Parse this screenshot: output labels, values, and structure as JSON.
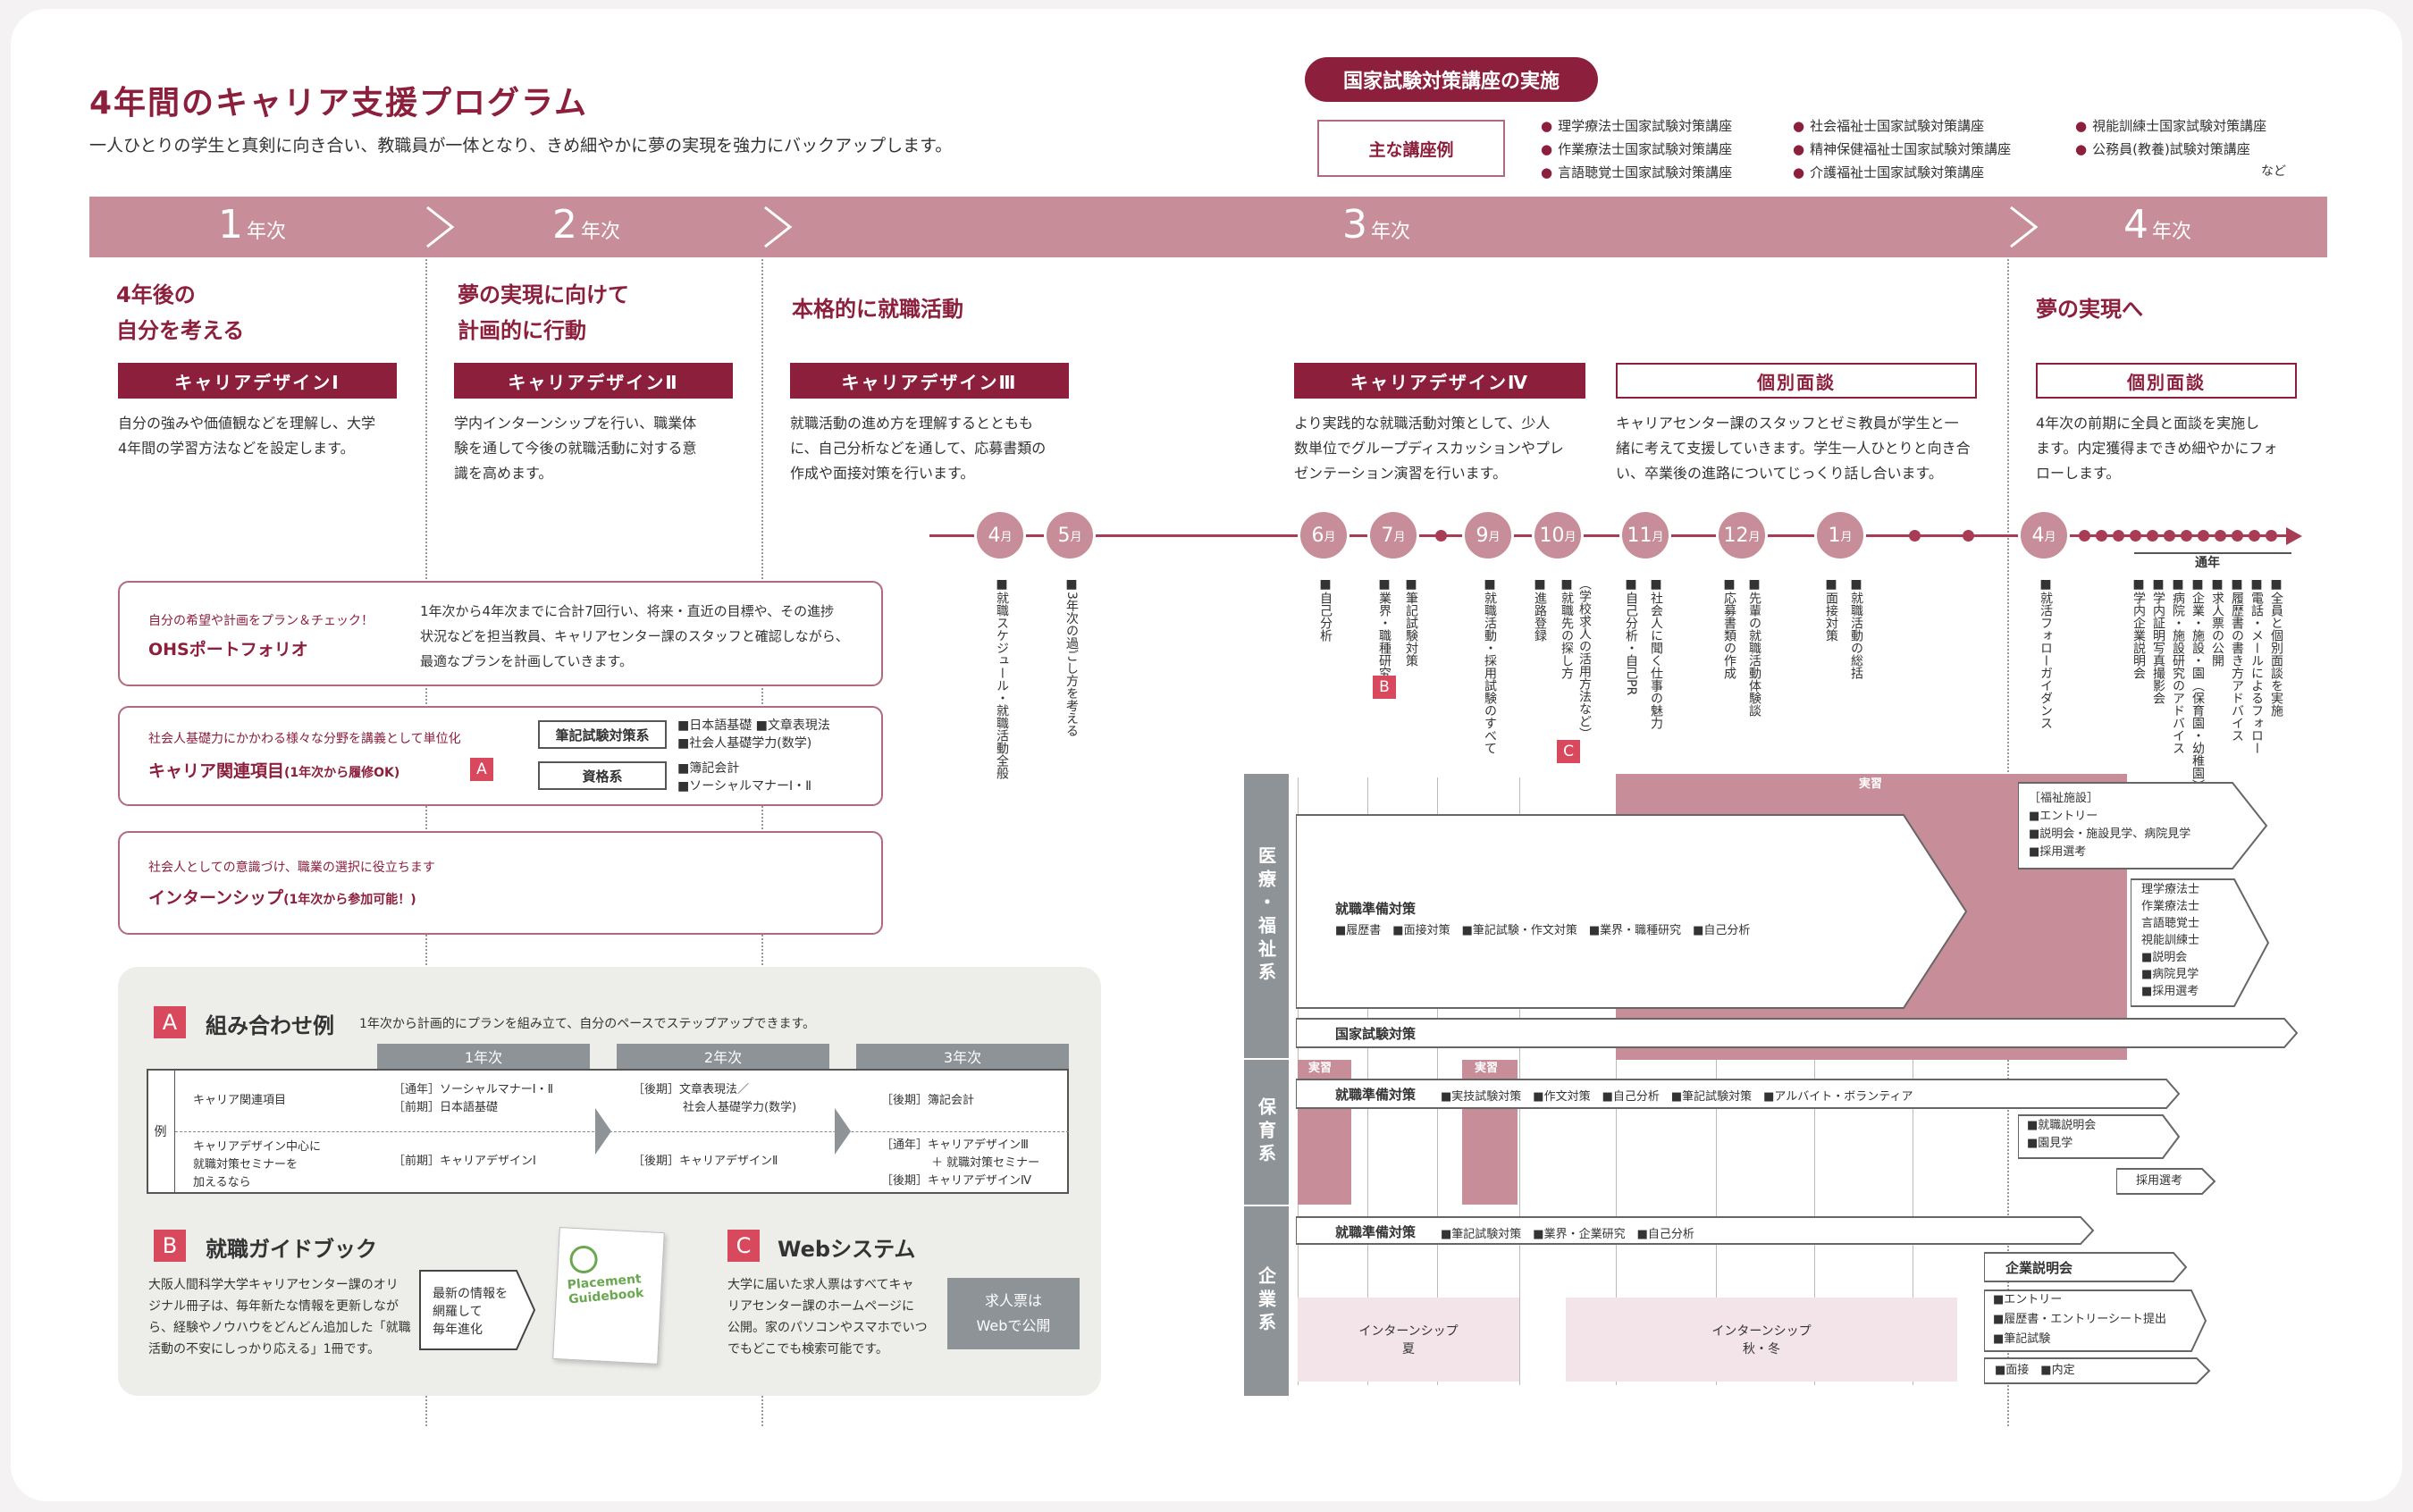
{
  "header": {
    "title": "4年間のキャリア支援プログラム",
    "subtitle": "一人ひとりの学生と真剣に向き合い、教職員が一体となり、きめ細やかに夢の実現を強力にバックアップします。"
  },
  "exam": {
    "pill": "国家試験対策講座の実施",
    "main_label": "主な講座例",
    "courses": [
      "理学療法士国家試験対策講座",
      "作業療法士国家試験対策講座",
      "言語聴覚士国家試験対策講座",
      "社会福祉士国家試験対策講座",
      "精神保健福祉士国家試験対策講座",
      "介護福祉士国家試験対策講座",
      "視能訓練士国家試験対策講座",
      "公務員(教養)試験対策講座"
    ],
    "etc": "など"
  },
  "years": [
    {
      "num": "1",
      "suffix": "年次"
    },
    {
      "num": "2",
      "suffix": "年次"
    },
    {
      "num": "3",
      "suffix": "年次"
    },
    {
      "num": "4",
      "suffix": "年次"
    }
  ],
  "cols": {
    "y1": {
      "head1": "4年後の",
      "head2": "自分を考える",
      "tag": "キャリアデザインⅠ",
      "desc1": "自分の強みや価値観などを理解し、大学",
      "desc2": "4年間の学習方法などを設定します。"
    },
    "y2": {
      "head1": "夢の実現に向けて",
      "head2": "計画的に行動",
      "tag": "キャリアデザインⅡ",
      "desc1": "学内インターンシップを行い、職業体",
      "desc2": "験を通して今後の就職活動に対する意",
      "desc3": "識を高めます。"
    },
    "y3": {
      "head": "本格的に就職活動",
      "tag": "キャリアデザインⅢ",
      "desc1": "就職活動の進め方を理解するとともも",
      "desc2": "に、自己分析などを通して、応募書類の",
      "desc3": "作成や面接対策を行います。"
    },
    "y3b": {
      "tag": "キャリアデザインⅣ",
      "desc1": "より実践的な就職活動対策として、少人",
      "desc2": "数単位でグループディスカッションやプレ",
      "desc3": "ゼンテーション演習を行います。"
    },
    "y3c": {
      "tag": "個別面談",
      "desc1": "キャリアセンター課のスタッフとゼミ教員が学生と一",
      "desc2": "緒に考えて支援していきます。学生一人ひとりと向き合",
      "desc3": "い、卒業後の進路についてじっくり話し合います。"
    },
    "y4": {
      "head": "夢の実現へ",
      "tag": "個別面談",
      "desc1": "4年次の前期に全員と面談を実施し",
      "desc2": "ます。内定獲得まできめ細やかにフォ",
      "desc3": "ローします。"
    }
  },
  "months": [
    {
      "n": "4",
      "u": "月"
    },
    {
      "n": "5",
      "u": "月"
    },
    {
      "n": "6",
      "u": "月"
    },
    {
      "n": "7",
      "u": "月"
    },
    {
      "n": "9",
      "u": "月"
    },
    {
      "n": "10",
      "u": "月"
    },
    {
      "n": "11",
      "u": "月"
    },
    {
      "n": "12",
      "u": "月"
    },
    {
      "n": "1",
      "u": "月"
    },
    {
      "n": "4",
      "u": "月"
    }
  ],
  "events": {
    "e1": "■就職スケジュール・就職活動全般",
    "e2": "■3年次の過ごし方を考える",
    "e3": "■自己分析",
    "e4": "■業界・職種研究",
    "e5": "■筆記試験対策",
    "e6": "■就職活動・採用試験のすべて",
    "e7": "■進路登録",
    "e8a": "■就職先の探し方",
    "e8b": "（学校求人の活用方法など）",
    "e9": "■自己分析・自己PR",
    "e10": "■社会人に聞く仕事の魅力",
    "e11": "■応募書類の作成",
    "e12": "■先輩の就職活動体験談",
    "e13": "■面接対策",
    "e14": "■就職活動の総括",
    "e15": "■就活フォローガイダンス",
    "always": "通年",
    "a1": "■学内企業説明会",
    "a2": "■学内証明写真撮影会",
    "a3": "■病院・施設研究のアドバイス",
    "a4": "■企業・施設・園（保育園・幼稚園）・",
    "a5": "■求人票の公開",
    "a6": "■履歴書の書き方アドバイス",
    "a7": "■電話・メールによるフォロー",
    "a8": "■全員と個別面談を実施",
    "B": "B",
    "C": "C"
  },
  "left": {
    "pf_small": "自分の希望や計画をプラン＆チェック！",
    "pf_big": "OHSポートフォリオ",
    "pf_desc1": "1年次から4年次までに合計7回行い、将来・直近の目標や、その進捗",
    "pf_desc2": "状況などを担当教員、キャリアセンター課のスタッフと確認しながら、",
    "pf_desc3": "最適なプランを計画していきます。",
    "cr_small": "社会人基礎力にかかわる様々な分野を講義として単位化",
    "cr_big": "キャリア関連項目",
    "cr_note": "(1年次から履修OK)",
    "cr_tag": "A",
    "cr_b1": "筆記試験対策系",
    "cr_b2": "資格系",
    "cr_l1": "■日本語基礎 ■文章表現法",
    "cr_l2": "■社会人基礎学力(数学)",
    "cr_l3": "■簿記会計",
    "cr_l4": "■ソーシャルマナーⅠ・Ⅱ",
    "is_small": "社会人としての意識づけ、職業の選択に役立ちます",
    "is_big": "インターンシップ",
    "is_note": "(1年次から参加可能！)"
  },
  "panel": {
    "a_letter": "A",
    "a_title": "組み合わせ例",
    "a_note": "1年次から計画的にプランを組み立て、自分のペースでステップアップできます。",
    "ex": "例",
    "h1": "1年次",
    "h2": "2年次",
    "h3": "3年次",
    "r1": "キャリア関連項目",
    "r2a": "キャリアデザイン中心に",
    "r2b": "就職対策セミナーを",
    "r2c": "加えるなら",
    "c11a": "［通年］ソーシャルマナーⅠ・Ⅱ",
    "c11b": "［前期］日本語基礎",
    "c12a": "［後期］文章表現法／",
    "c12b": "社会人基礎学力(数学)",
    "c13": "［後期］簿記会計",
    "c21": "［前期］キャリアデザインⅠ",
    "c22": "［後期］キャリアデザインⅡ",
    "c23a": "［通年］キャリアデザインⅢ",
    "c23b": "＋ 就職対策セミナー",
    "c23c": "［後期］キャリアデザインⅣ",
    "b_letter": "B",
    "b_title": "就職ガイドブック",
    "b_d1": "大阪人間科学大学キャリアセンター課のオリ",
    "b_d2": "ジナル冊子は、毎年新たな情報を更新しなが",
    "b_d3": "ら、経験やノウハウをどんどん追加した「就職",
    "b_d4": "活動の不安にしっかり応える」1冊です。",
    "b_box1": "最新の情報を",
    "b_box2": "網羅して",
    "b_box3": "毎年進化",
    "book1": "Placement",
    "book2": "Guidebook",
    "c_letter": "C",
    "c_title": "Webシステム",
    "c_d1": "大学に届いた求人票はすべてキャ",
    "c_d2": "リアセンター課のホームページに",
    "c_d3": "公開。家のパソコンやスマホでいつ",
    "c_d4": "でもどこでも検索可能です。",
    "c_box1": "求人票は",
    "c_box2": "Webで公開"
  },
  "tracks": {
    "med": "医療・福祉系",
    "hoiku": "保育系",
    "kigyo": "企業系",
    "jisshu": "実習",
    "med_main": "就職準備対策",
    "med_sub": "■履歴書　■面接対策　■筆記試験・作文対策　■業界・職種研究　■自己分析",
    "national": "国家試験対策",
    "fukushi_h": "［福祉施設］",
    "fukushi1": "■エントリー",
    "fukushi2": "■説明会・施設見学、病院見学",
    "fukushi3": "■採用選考",
    "prof1": "理学療法士",
    "prof2": "作業療法士",
    "prof3": "言語聴覚士",
    "prof4": "視能訓練士",
    "prof5": "■説明会",
    "prof6": "■病院見学",
    "prof7": "■採用選考",
    "h_main": "就職準備対策",
    "h_sub": "■実技試験対策　■作文対策　■自己分析　■筆記試験対策　■アルバイト・ボランティア",
    "h_s1": "■就職説明会",
    "h_s2": "■園見学",
    "h_s3": "採用選考",
    "k_main": "就職準備対策",
    "k_sub": "■筆記試験対策　■業界・企業研究　■自己分析",
    "k_co": "企業説明会",
    "k_e1": "■エントリー",
    "k_e2": "■履歴書・エントリーシート提出",
    "k_e3": "■筆記試験",
    "k_e4": "■面接　■内定",
    "intern1a": "インターンシップ",
    "intern1b": "夏",
    "intern2a": "インターンシップ",
    "intern2b": "秋・冬"
  }
}
